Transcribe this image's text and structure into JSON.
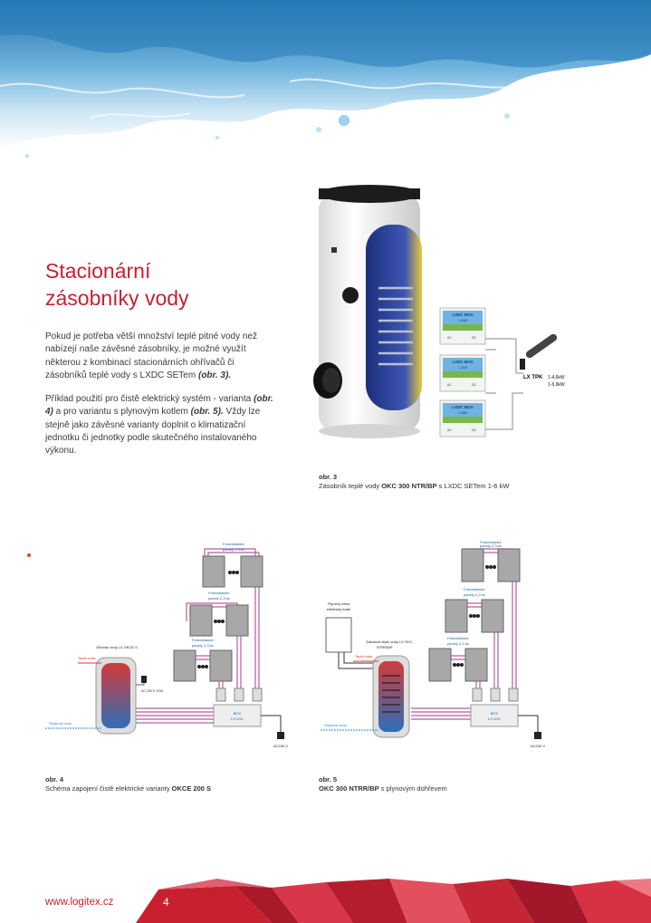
{
  "heading": {
    "line1": "Stacionární",
    "line2": "zásobníky vody"
  },
  "paragraph1": {
    "text": "Pokud je potřeba větší množství teplé pitné vody než nabízejí naše závěsné zásobníky, je možné využít některou z kombinací stacionárních ohřívačů či zásobníků teplé vody s LXDC SETem ",
    "ref": "(obr. 3)."
  },
  "paragraph2": {
    "part1": "Příklad použití pro čistě elektrický systém -  varianta ",
    "ref1": "(obr. 4)",
    "part2": " a pro variantu s plynovým kotlem ",
    "ref2": "(obr. 5).",
    "part3": " Vždy lze  stejně jako závěsné varianty doplnit o klimatizační jednotku či jednotky podle skutečného instalovaného výkonu."
  },
  "figure3": {
    "num": "obr. 3",
    "text_before": "Zásobník teplé vody ",
    "model": "OKC 300 NTR/BP",
    "text_after": " s LXDC SETem 1-6 kW",
    "ldc_box_label": "LXDC BOX",
    "ldc_sub_label": "1-2kW",
    "ac_label": "AC",
    "dc_label": "DC",
    "tpk_label": "LX TPK",
    "tpk_power1": "1-4,6kW",
    "tpk_power2": "1-6,9kW"
  },
  "figure4": {
    "num": "obr. 4",
    "text_before": "Schéma zapojení čistě elektrické varianty ",
    "model": "OKCE 200 S",
    "panel_label1": "Fotovoltaické",
    "panel_label2": "panely 2-3 ks",
    "tank_label": "Ohřívač vody LX OKCE S",
    "hot_water": "Teplá voda",
    "cold_water": "Studená voda",
    "ac_label": "AC 230 V, KOO",
    "box_label1": "BOX",
    "box_label2": "LX LDC",
    "ac_main": "AC230 V"
  },
  "figure5": {
    "num": "obr. 5",
    "model": "OKC 300 NTRR/BP",
    "text_after": " s plynovým dohřevem",
    "boiler_label1": "Plynový nebo",
    "boiler_label2": "elektrický kotel",
    "tank_label1": "Zásobník teplé vody LX OKC",
    "tank_label2": "NTRR/BP",
    "panel_label1": "Fotovoltaické",
    "panel_label2": "panely 2-3 ks",
    "hot_water": "Teplá voda",
    "cold_water": "Studená voda",
    "box_label1": "BOX",
    "box_label2": "LX LDC",
    "ac_main": "AC230 V"
  },
  "footer": {
    "url": "www.logitex.cz",
    "page": "4"
  },
  "colors": {
    "accent": "#c8202f",
    "water_blue": "#2e7fc1",
    "pipe_purple": "#b85c9e"
  }
}
